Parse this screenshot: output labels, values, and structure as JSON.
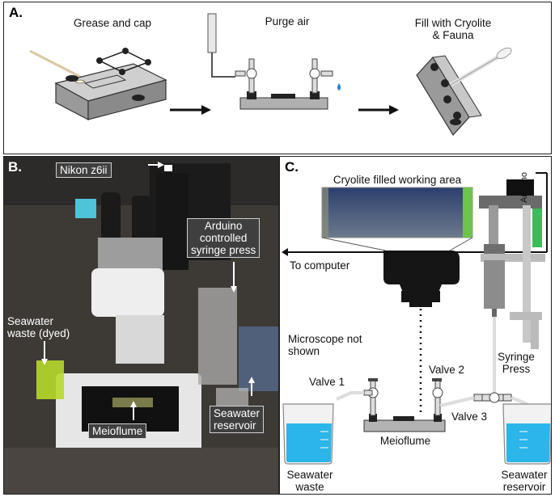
{
  "panelA": {
    "label": "A.",
    "step1": "Grease and cap",
    "step2": "Purge air",
    "step3_line1": "Fill with Cryolite",
    "step3_line2": "& Fauna"
  },
  "panelB": {
    "label": "B.",
    "camera": "Nikon z6ii",
    "arduino_line1": "Arduino",
    "arduino_line2": "controlled",
    "arduino_line3": "syringe press",
    "waste_line1": "Seawater",
    "waste_line2": "waste (dyed)",
    "meioflume": "Meioflume",
    "reservoir_line1": "Seawater",
    "reservoir_line2": "reservoir"
  },
  "panelC": {
    "label": "C.",
    "working_area": "Cryolite filled working area",
    "arduino": "Arduino",
    "to_computer": "To computer",
    "microscope_line1": "Microscope not",
    "microscope_line2": "shown",
    "valve1": "Valve 1",
    "valve2": "Valve 2",
    "valve3": "Valve 3",
    "syringe_line1": "Syringe",
    "syringe_line2": "Press",
    "meioflume": "Meioflume",
    "waste_line1": "Seawater",
    "waste_line2": "waste",
    "reservoir_line1": "Seawater",
    "reservoir_line2": "reservoir"
  },
  "colors": {
    "water": "#2bb5e8",
    "arduino_green": "#3dbb5b",
    "dark_gray": "#5a5a5a",
    "photo_bg": "#3b3a38"
  }
}
